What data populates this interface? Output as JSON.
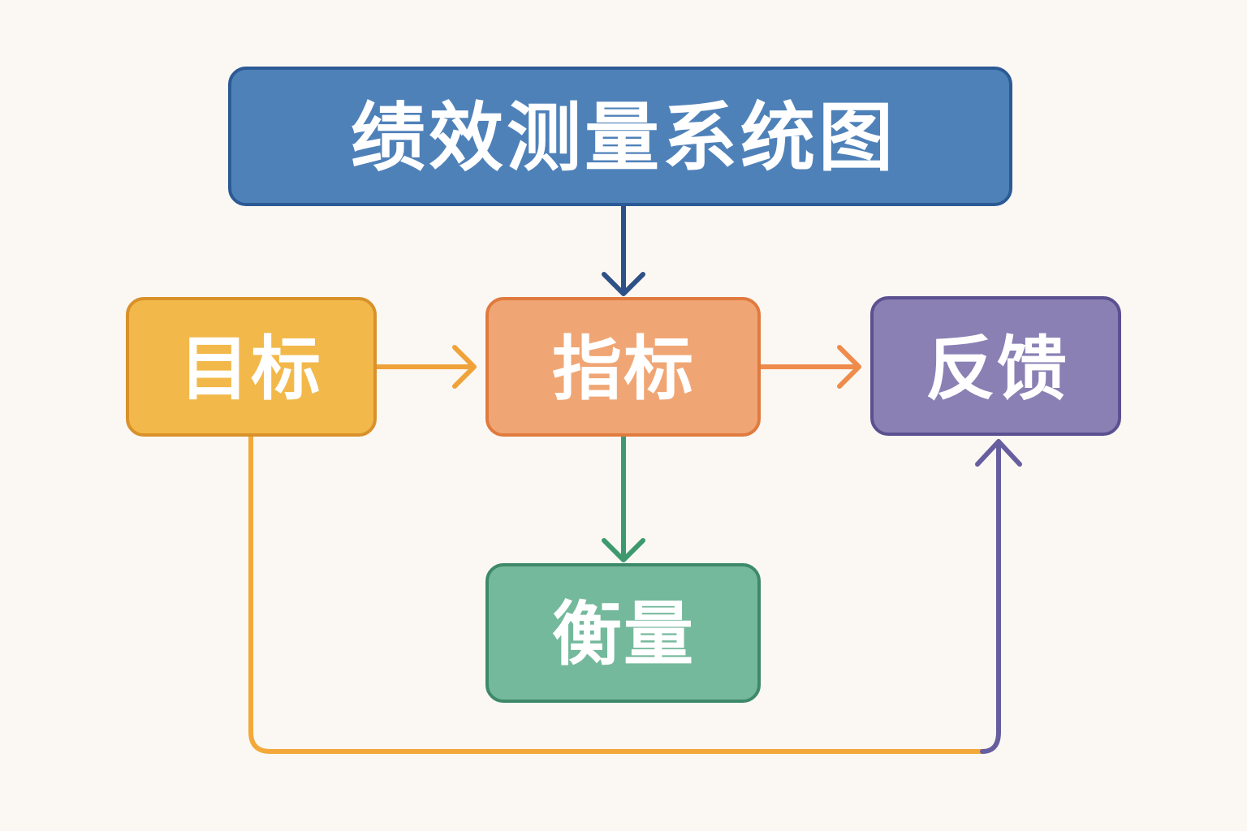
{
  "title": "绩效测量系统图",
  "nodes": {
    "goal": {
      "label": "目标"
    },
    "indicator": {
      "label": "指标"
    },
    "feedback": {
      "label": "反馈"
    },
    "measurement": {
      "label": "衡量"
    }
  },
  "colors": {
    "background": "#fbf8f3",
    "title_fill": "#4f81b9",
    "title_stroke": "#2b5a95",
    "goal_fill": "#f2b84a",
    "goal_stroke": "#d9912a",
    "indicator_fill": "#f0a674",
    "indicator_stroke": "#e07a3e",
    "feedback_fill": "#8a80b4",
    "feedback_stroke": "#5b5090",
    "measurement_fill": "#74b99c",
    "measurement_stroke": "#3e8a68",
    "arrow_title_indicator": "#2e5087",
    "arrow_goal_indicator": "#f0a23a",
    "arrow_indicator_feedback": "#ef8c4b",
    "arrow_indicator_measurement": "#3e9a6e",
    "loop_goal": "#f2a93a",
    "loop_feedback": "#675ea0"
  },
  "edges": [
    {
      "from": "title",
      "to": "indicator"
    },
    {
      "from": "goal",
      "to": "indicator"
    },
    {
      "from": "indicator",
      "to": "feedback"
    },
    {
      "from": "indicator",
      "to": "measurement"
    },
    {
      "from": "goal",
      "to": "feedback",
      "route": "loop-below"
    }
  ]
}
